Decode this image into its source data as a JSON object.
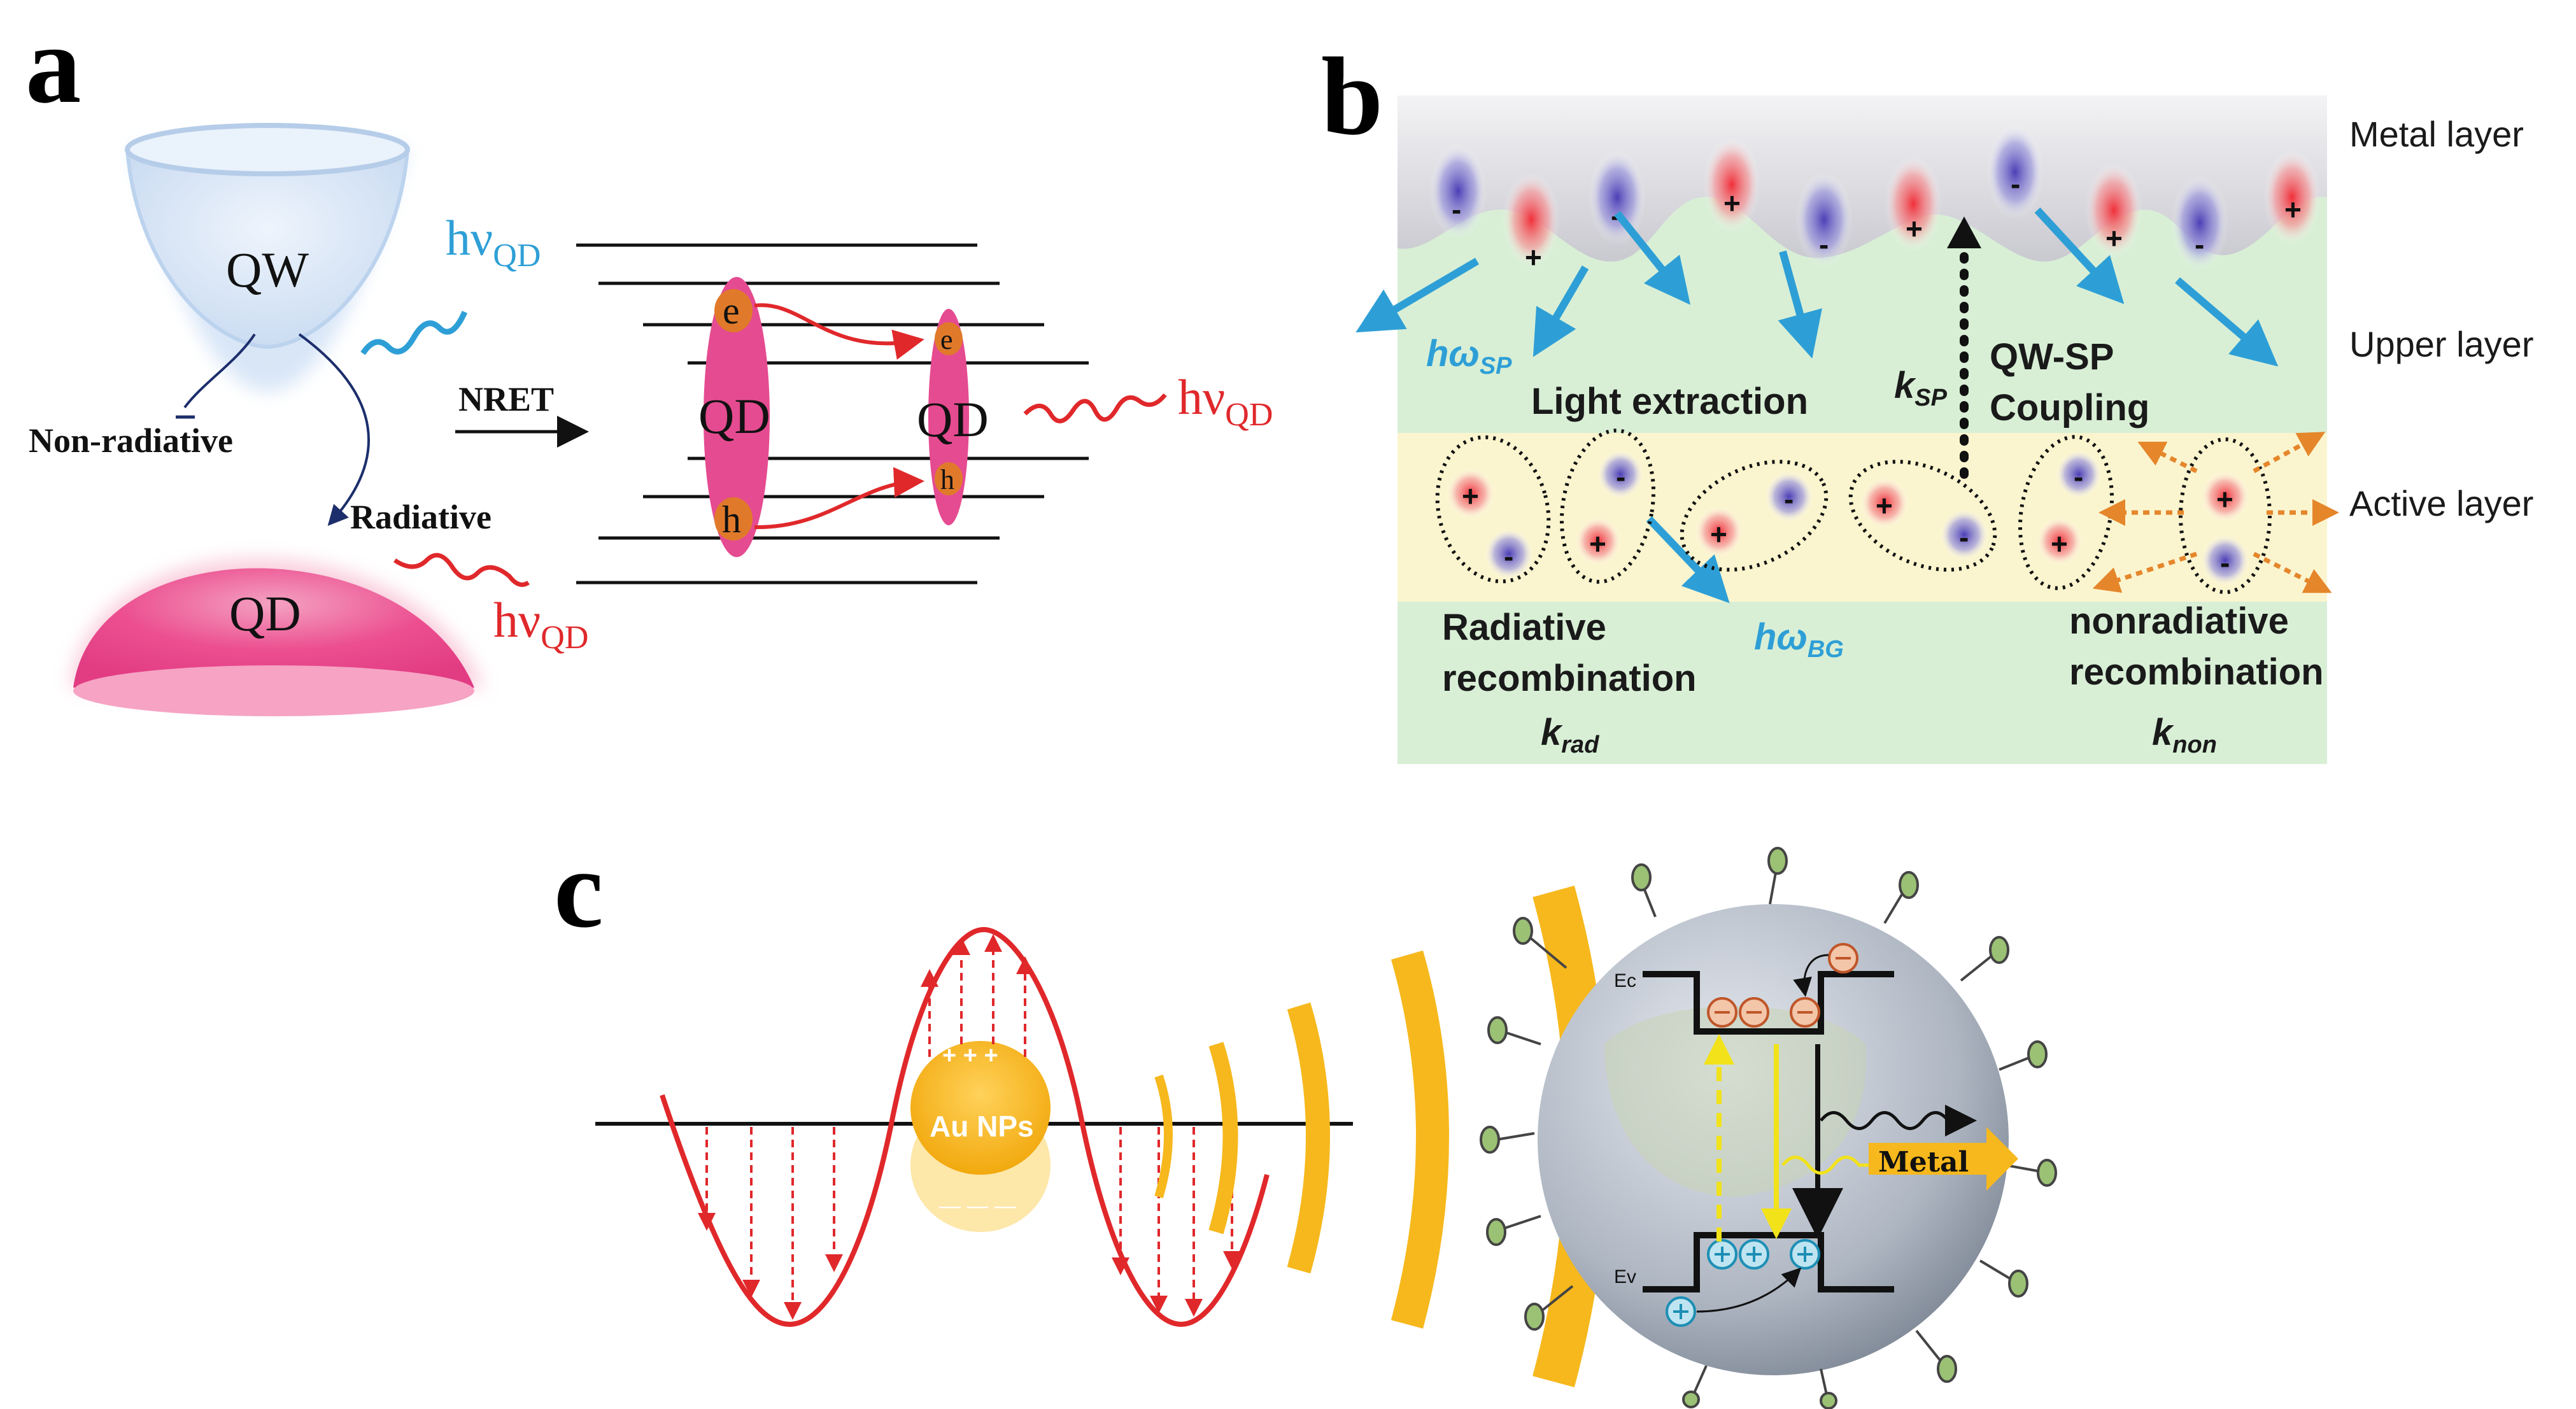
{
  "panels": {
    "a": {
      "letter": "a",
      "qw": "QW",
      "qd_bottom": "QD",
      "hv_emit_main": "hν",
      "hv_emit_sub": "QD",
      "non_radiative": "Non-radiative",
      "radiative": "Radiative",
      "nret": "NRET",
      "qd_left": "QD",
      "qd_right": "QD",
      "e_left": "e",
      "h_left": "h",
      "e_right": "e",
      "h_right": "h"
    },
    "b": {
      "letter": "b",
      "metal_layer": "Metal layer",
      "upper_layer": "Upper layer",
      "active_layer": "Active layer",
      "h_omega_sp_main": "hω",
      "h_omega_sp_sub": "SP",
      "light_extraction": "Light extraction",
      "k_sp_main": "k",
      "k_sp_sub": "SP",
      "qw_sp": "QW-SP",
      "coupling": "Coupling",
      "radiative": "Radiative",
      "recombination": "recombination",
      "k_rad_main": "k",
      "k_rad_sub": "rad",
      "h_omega_bg_main": "hω",
      "h_omega_bg_sub": "BG",
      "nonradiative": "nonradiative",
      "recombination2": "recombination",
      "k_non_main": "k",
      "k_non_sub": "non",
      "plus": "+",
      "minus": "-"
    },
    "c": {
      "letter": "c",
      "au_nps": "Au NPs",
      "ec": "Ec",
      "ev": "Ev",
      "metal": "Metal",
      "plus_signs": "+ + +",
      "minus_signs": "— — —"
    }
  },
  "colors": {
    "red": "#e0282b",
    "blue_arrow": "#2e9fd6",
    "pink": "#e8468a",
    "orange": "#e5862b",
    "gold": "#f6b81c",
    "qw_blue": "#dbe7f7",
    "band_green": "#d8efd6",
    "band_yellow": "#fbf5cf",
    "band_gray": "#d9d9df"
  }
}
